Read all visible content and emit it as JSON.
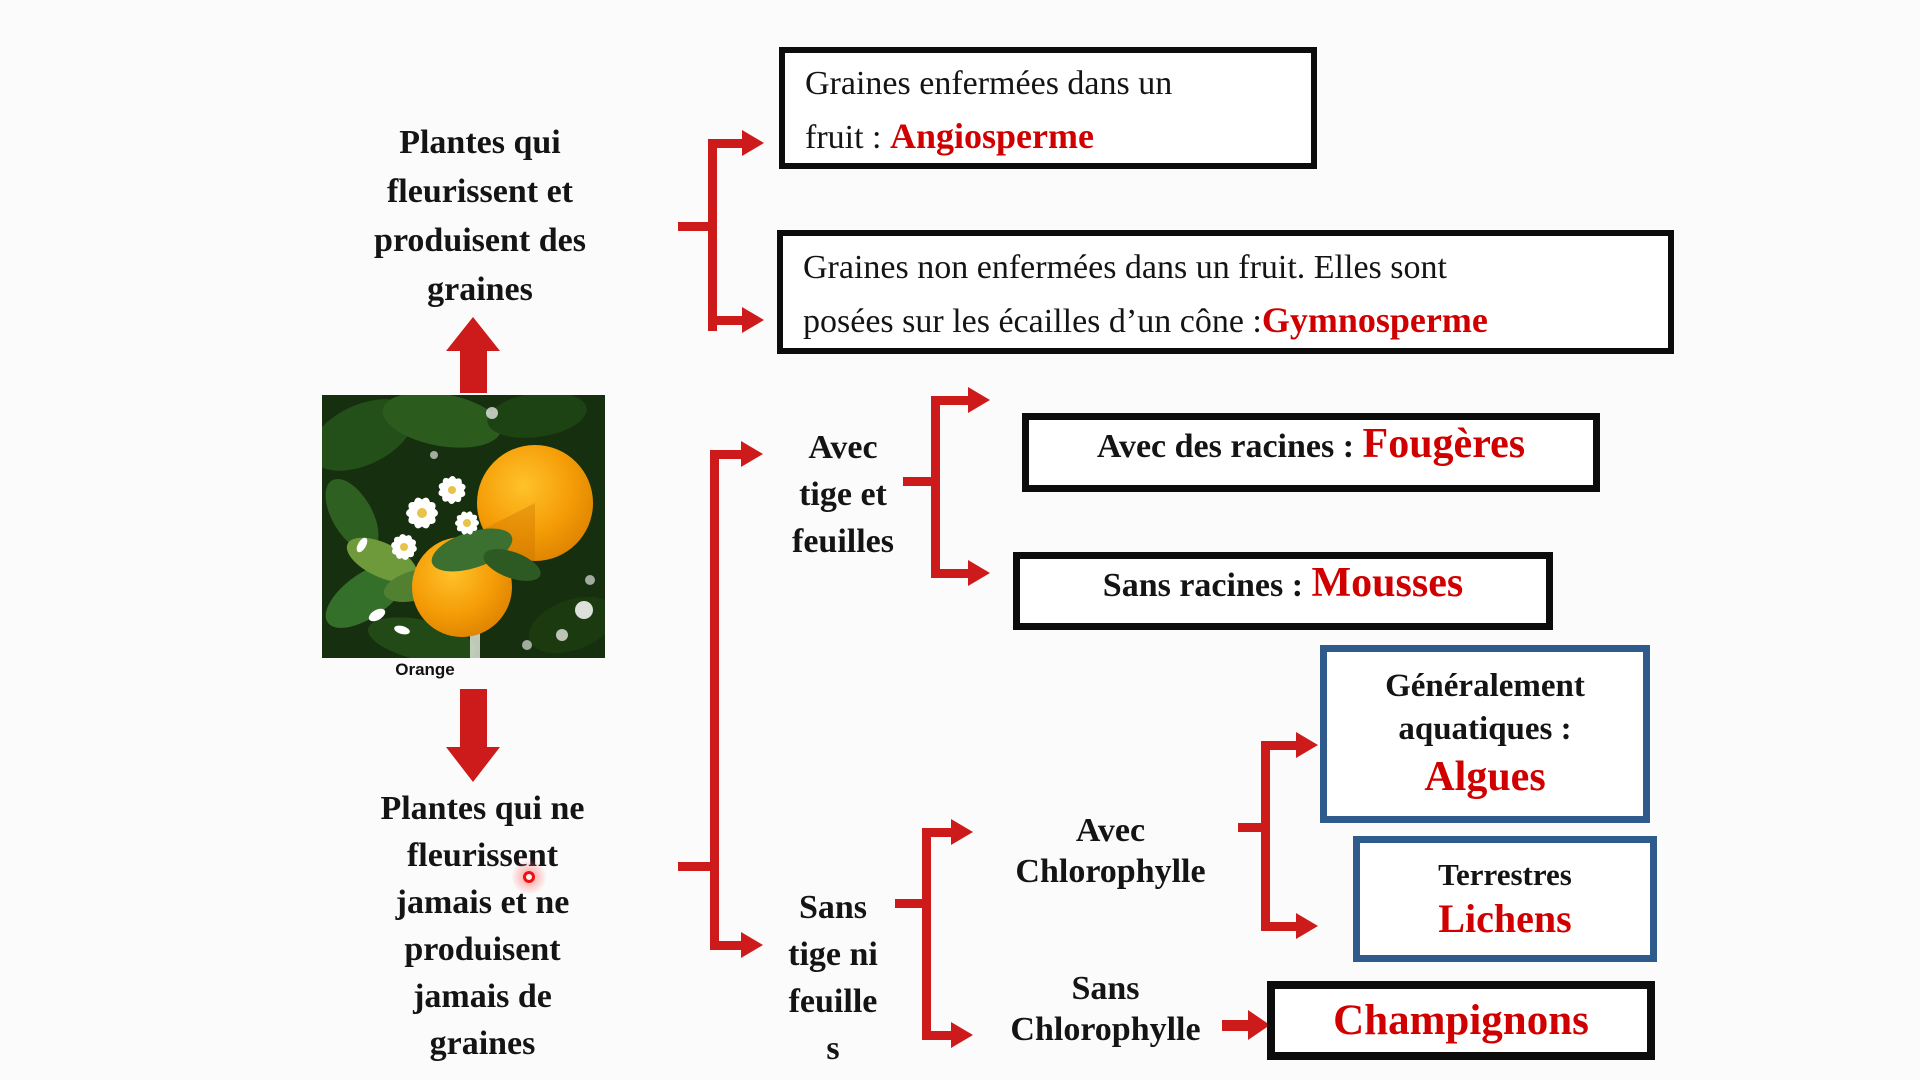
{
  "palette": {
    "connector_red": "#cd1a1a",
    "term_red": "#d00000",
    "ink_black": "#141414",
    "box_border_black": "#0c0c0c",
    "box_border_blue": "#2e5b8c",
    "background": "#fbfbfb"
  },
  "left_column": {
    "top_label": {
      "lines": [
        "Plantes qui",
        "fleurissent et",
        "produisent des",
        "graines"
      ]
    },
    "image_caption": "Orange",
    "bottom_label": {
      "lines": [
        "Plantes qui ne",
        "fleurissent",
        "jamais et ne",
        "produisent",
        "jamais de",
        "graines"
      ]
    }
  },
  "seed_branch": {
    "angiosperm_box": {
      "line1": "Graines enfermées dans un",
      "line2_prefix": "fruit : ",
      "term": "Angiosperme"
    },
    "gymnosperm_box": {
      "line1": "Graines non enfermées dans un fruit. Elles sont",
      "line2_prefix": "posées sur les écailles d’un cône  :",
      "term": "Gymnosperme"
    }
  },
  "seedless_branch": {
    "with_stem_label": {
      "lines": [
        "Avec",
        "tige et",
        "feuilles"
      ]
    },
    "ferns_box": {
      "prefix": "Avec des racines : ",
      "term": "Fougères"
    },
    "mosses_box": {
      "prefix": "Sans racines : ",
      "term": "Mousses"
    },
    "without_stem_label": {
      "lines": [
        "Sans",
        "tige ni",
        "feuille",
        "s"
      ]
    },
    "with_chlorophyll_label": {
      "lines": [
        "Avec",
        "Chlorophylle"
      ]
    },
    "without_chlorophyll_label": {
      "lines": [
        "Sans",
        "Chlorophylle"
      ]
    },
    "algae_box": {
      "line1": "Généralement",
      "line2": "aquatiques :",
      "term": "Algues"
    },
    "lichens_box": {
      "prefix": "Terrestres",
      "term": "Lichens"
    },
    "fungi_box": {
      "term": "Champignons"
    }
  }
}
